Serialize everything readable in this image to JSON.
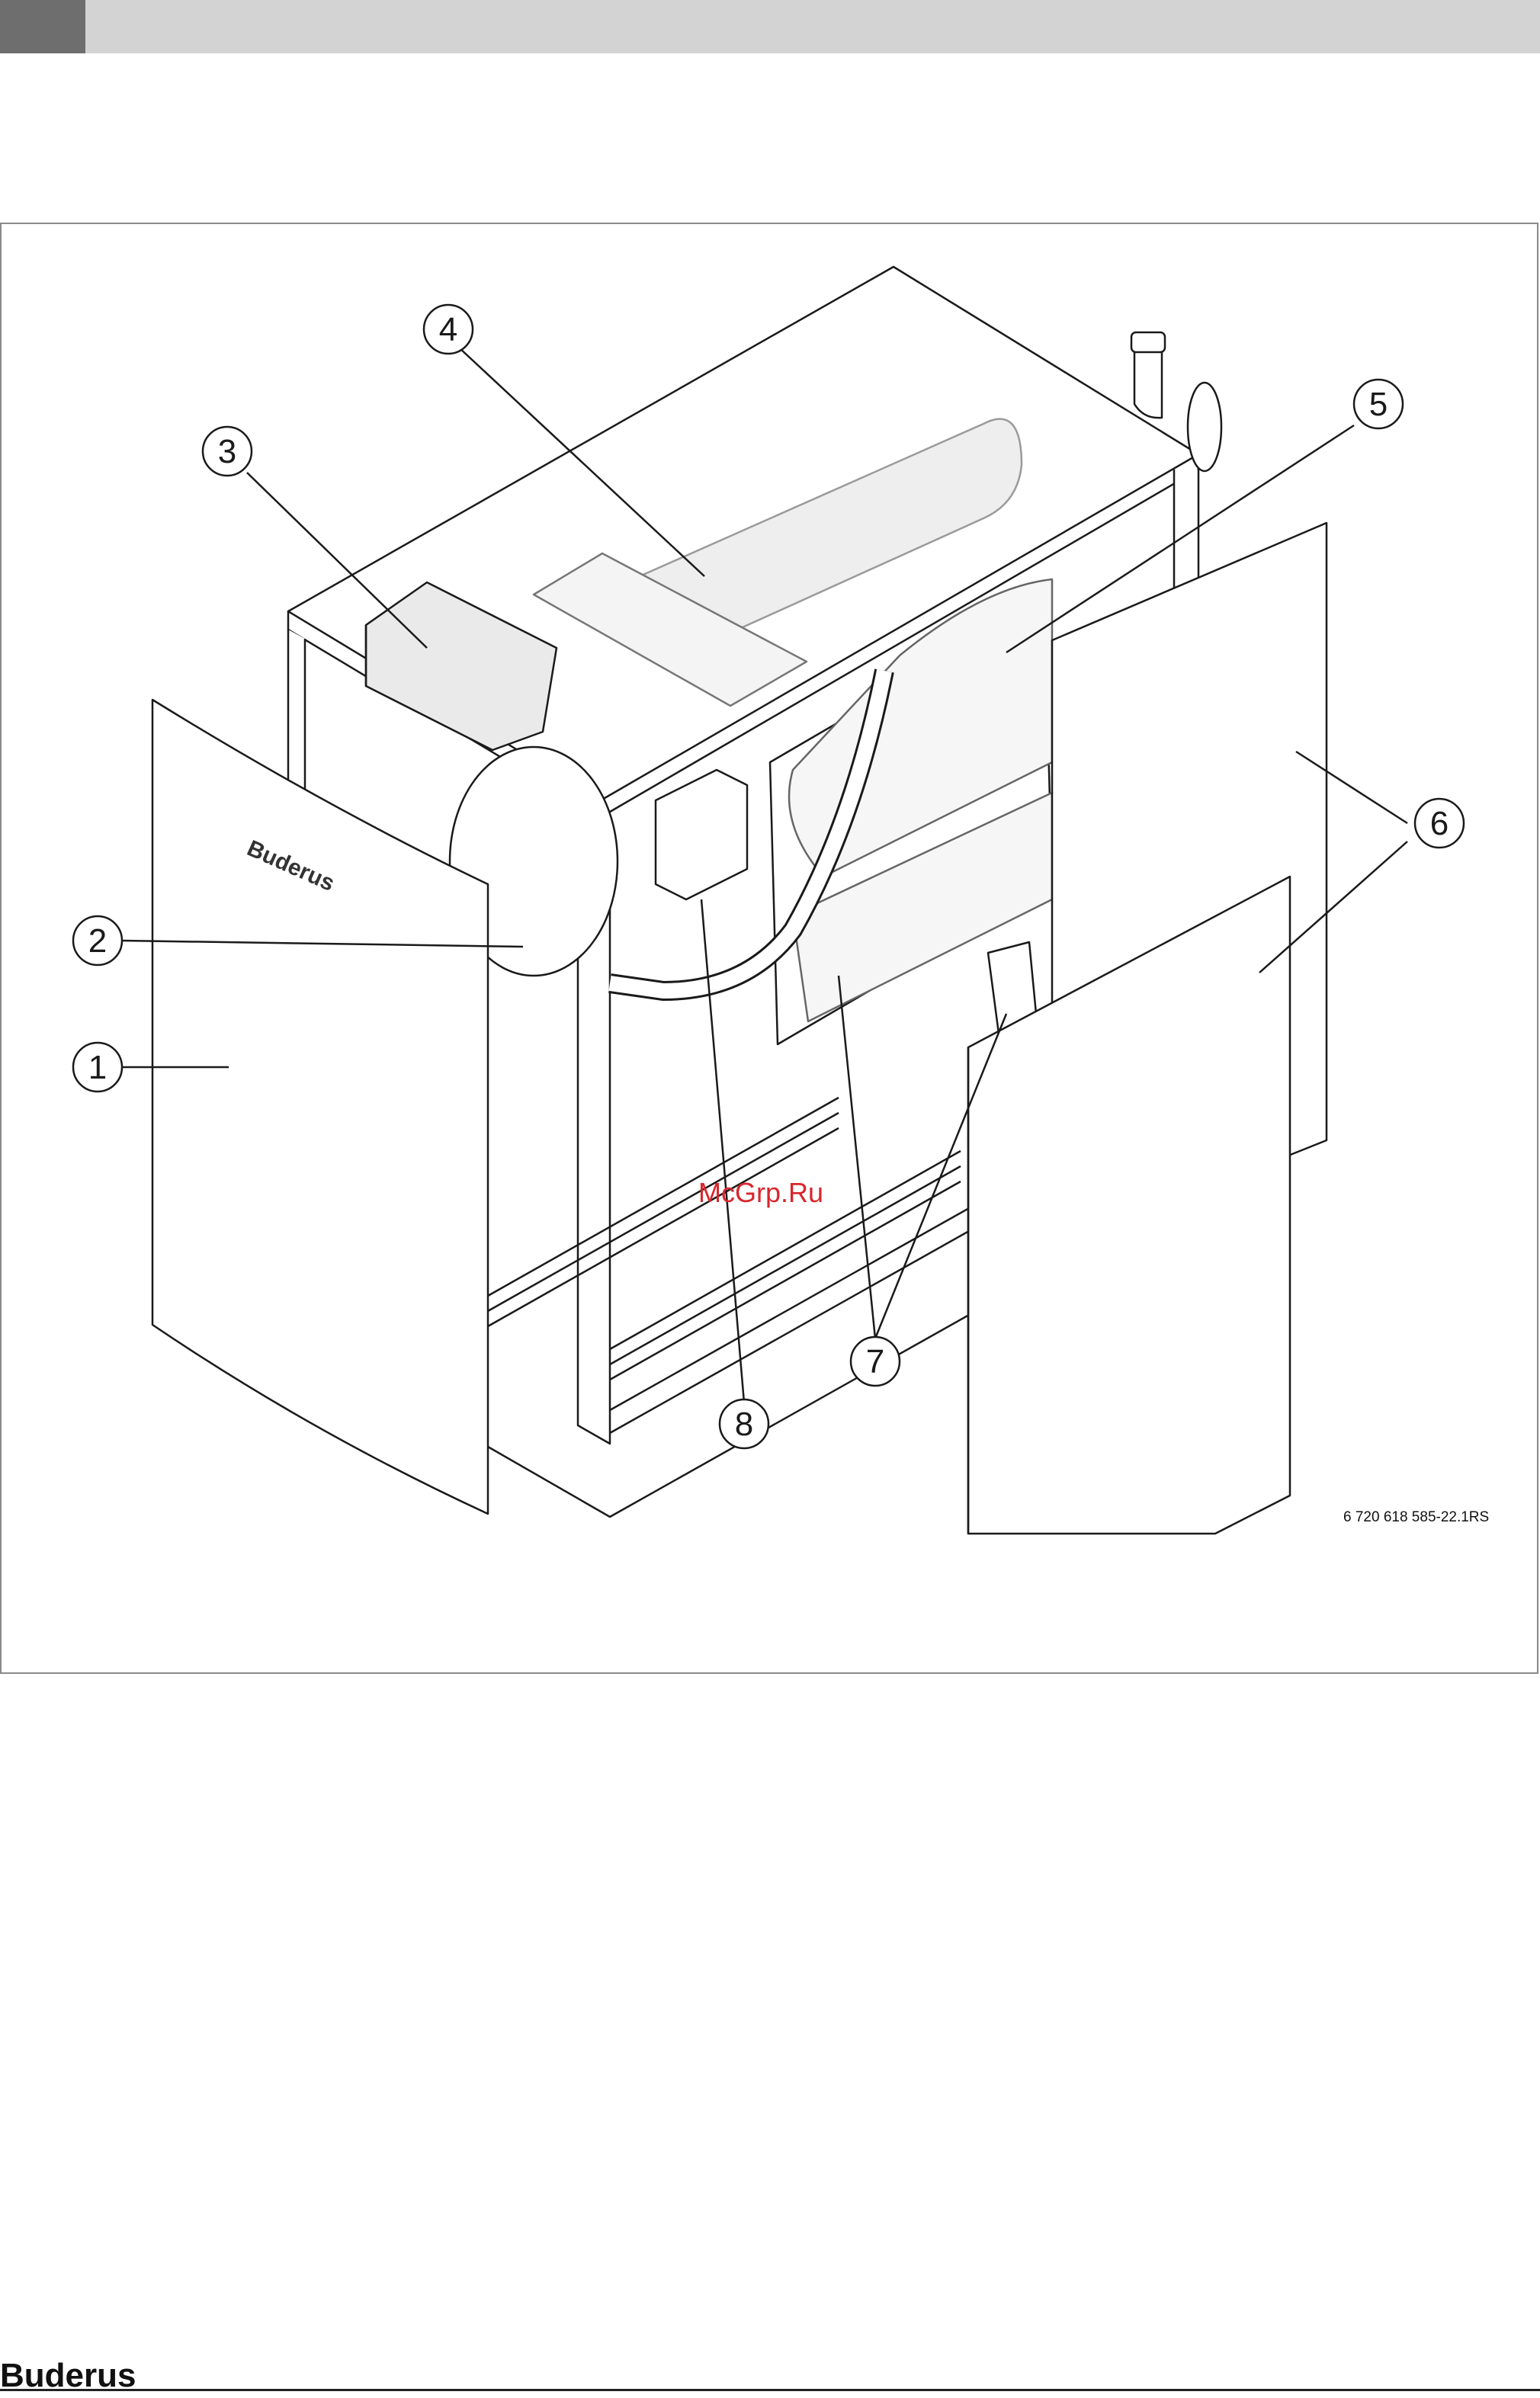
{
  "page": {
    "brand": "Buderus",
    "watermark": "McGrp.Ru",
    "figure_code": "6 720 618 585-22.1RS"
  },
  "figure": {
    "panel_logo": "Buderus",
    "callouts": [
      "1",
      "2",
      "3",
      "4",
      "5",
      "6",
      "7",
      "8"
    ]
  },
  "colors": {
    "topbar": "#d3d3d3",
    "topbar_block": "#6e6e6e",
    "watermark": "#d9262c",
    "line": "#1a1a1a"
  }
}
